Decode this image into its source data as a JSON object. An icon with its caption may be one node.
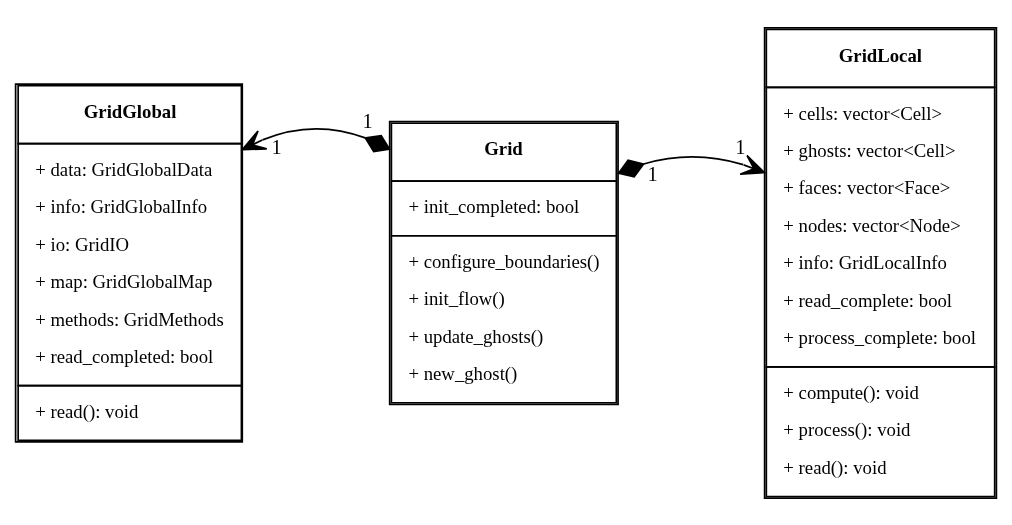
{
  "diagram": {
    "nodes": [
      {
        "text": [
          "GridGlobal",
          "+ data: GridGlobalData",
          "+ info: GridGlobalInfo",
          "+ io: GridIO",
          "+ map: GridGlobalMap",
          "+ methods: GridMethods",
          "+ read_completed: bool",
          "+ read(): void"
        ]
      },
      {
        "text": [
          "Grid",
          "+ init_completed: bool",
          "+ configure_boundaries()",
          "+ init_flow()",
          "+ update_ghosts()",
          "+ new_ghost()"
        ]
      },
      {
        "text": [
          "GridLocal",
          "+ cells: vector<Cell>",
          "+ ghosts: vector<Cell>",
          "+ faces: vector<Face>",
          "+ nodes: vector<Node>",
          "+ info: GridLocalInfo",
          "+ read_complete: bool",
          "+ process_complete: bool",
          "+ compute(): void",
          "+ process(): void",
          "+ read(): void"
        ]
      }
    ],
    "edges": [
      {
        "from": 1,
        "to": 0,
        "arrow": "to"
      },
      {
        "from": 1,
        "to": 2,
        "arrow": "to"
      }
    ],
    "labels": [
      "1",
      "1",
      "1",
      "1"
    ]
  }
}
